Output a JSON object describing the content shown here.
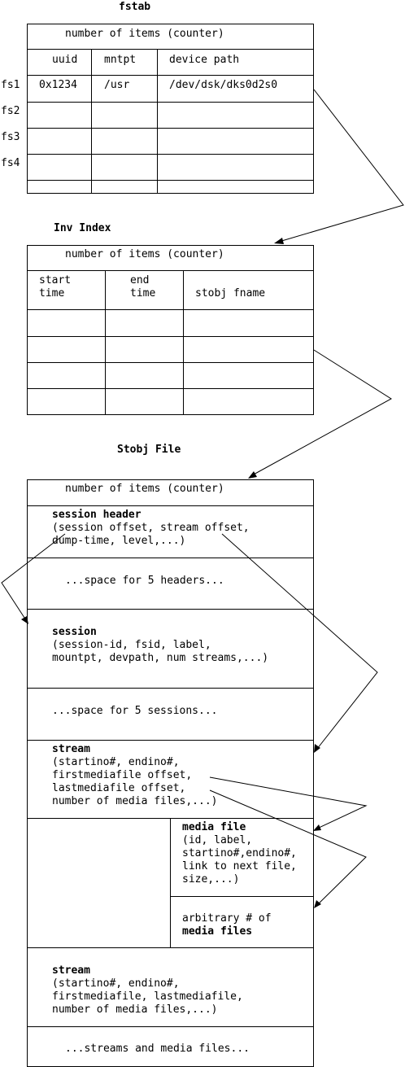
{
  "fstab": {
    "title": "fstab",
    "counter": "number of items (counter)",
    "headers": [
      "uuid",
      "mntpt",
      "device path"
    ],
    "row_labels": [
      "fs1",
      "fs2",
      "fs3",
      "fs4"
    ],
    "row1": [
      "0x1234",
      "/usr",
      "/dev/dsk/dks0d2s0"
    ]
  },
  "inv_index": {
    "title": "Inv Index",
    "counter": "number of items (counter)",
    "headers": [
      "start\ntime",
      "end\ntime",
      "stobj fname"
    ]
  },
  "stobj_file": {
    "title": "Stobj File",
    "counter": "number of items (counter)",
    "session_header_title": "session header",
    "session_header_body": "(session offset, stream offset,\ndump-time, level,...)",
    "space_headers": "...space for 5 headers...",
    "session_title": "session",
    "session_body": "(session-id, fsid, label,\nmountpt, devpath, num streams,...)",
    "space_sessions": "...space for 5 sessions...",
    "stream1_title": "stream",
    "stream1_body": "(startino#, endino#,\nfirstmediafile offset,\nlastmediafile offset,\nnumber of media files,...)",
    "media_title": "media file",
    "media_body": "(id, label,\nstartino#,endino#,\nlink to next file,\nsize,...)",
    "arbitrary_text": "arbitrary # of",
    "arbitrary_bold": "media files",
    "stream2_title": "stream",
    "stream2_body": "(startino#, endino#,\nfirstmediafile, lastmediafile,\nnumber of media files,...)",
    "footer": "...streams and media files..."
  }
}
